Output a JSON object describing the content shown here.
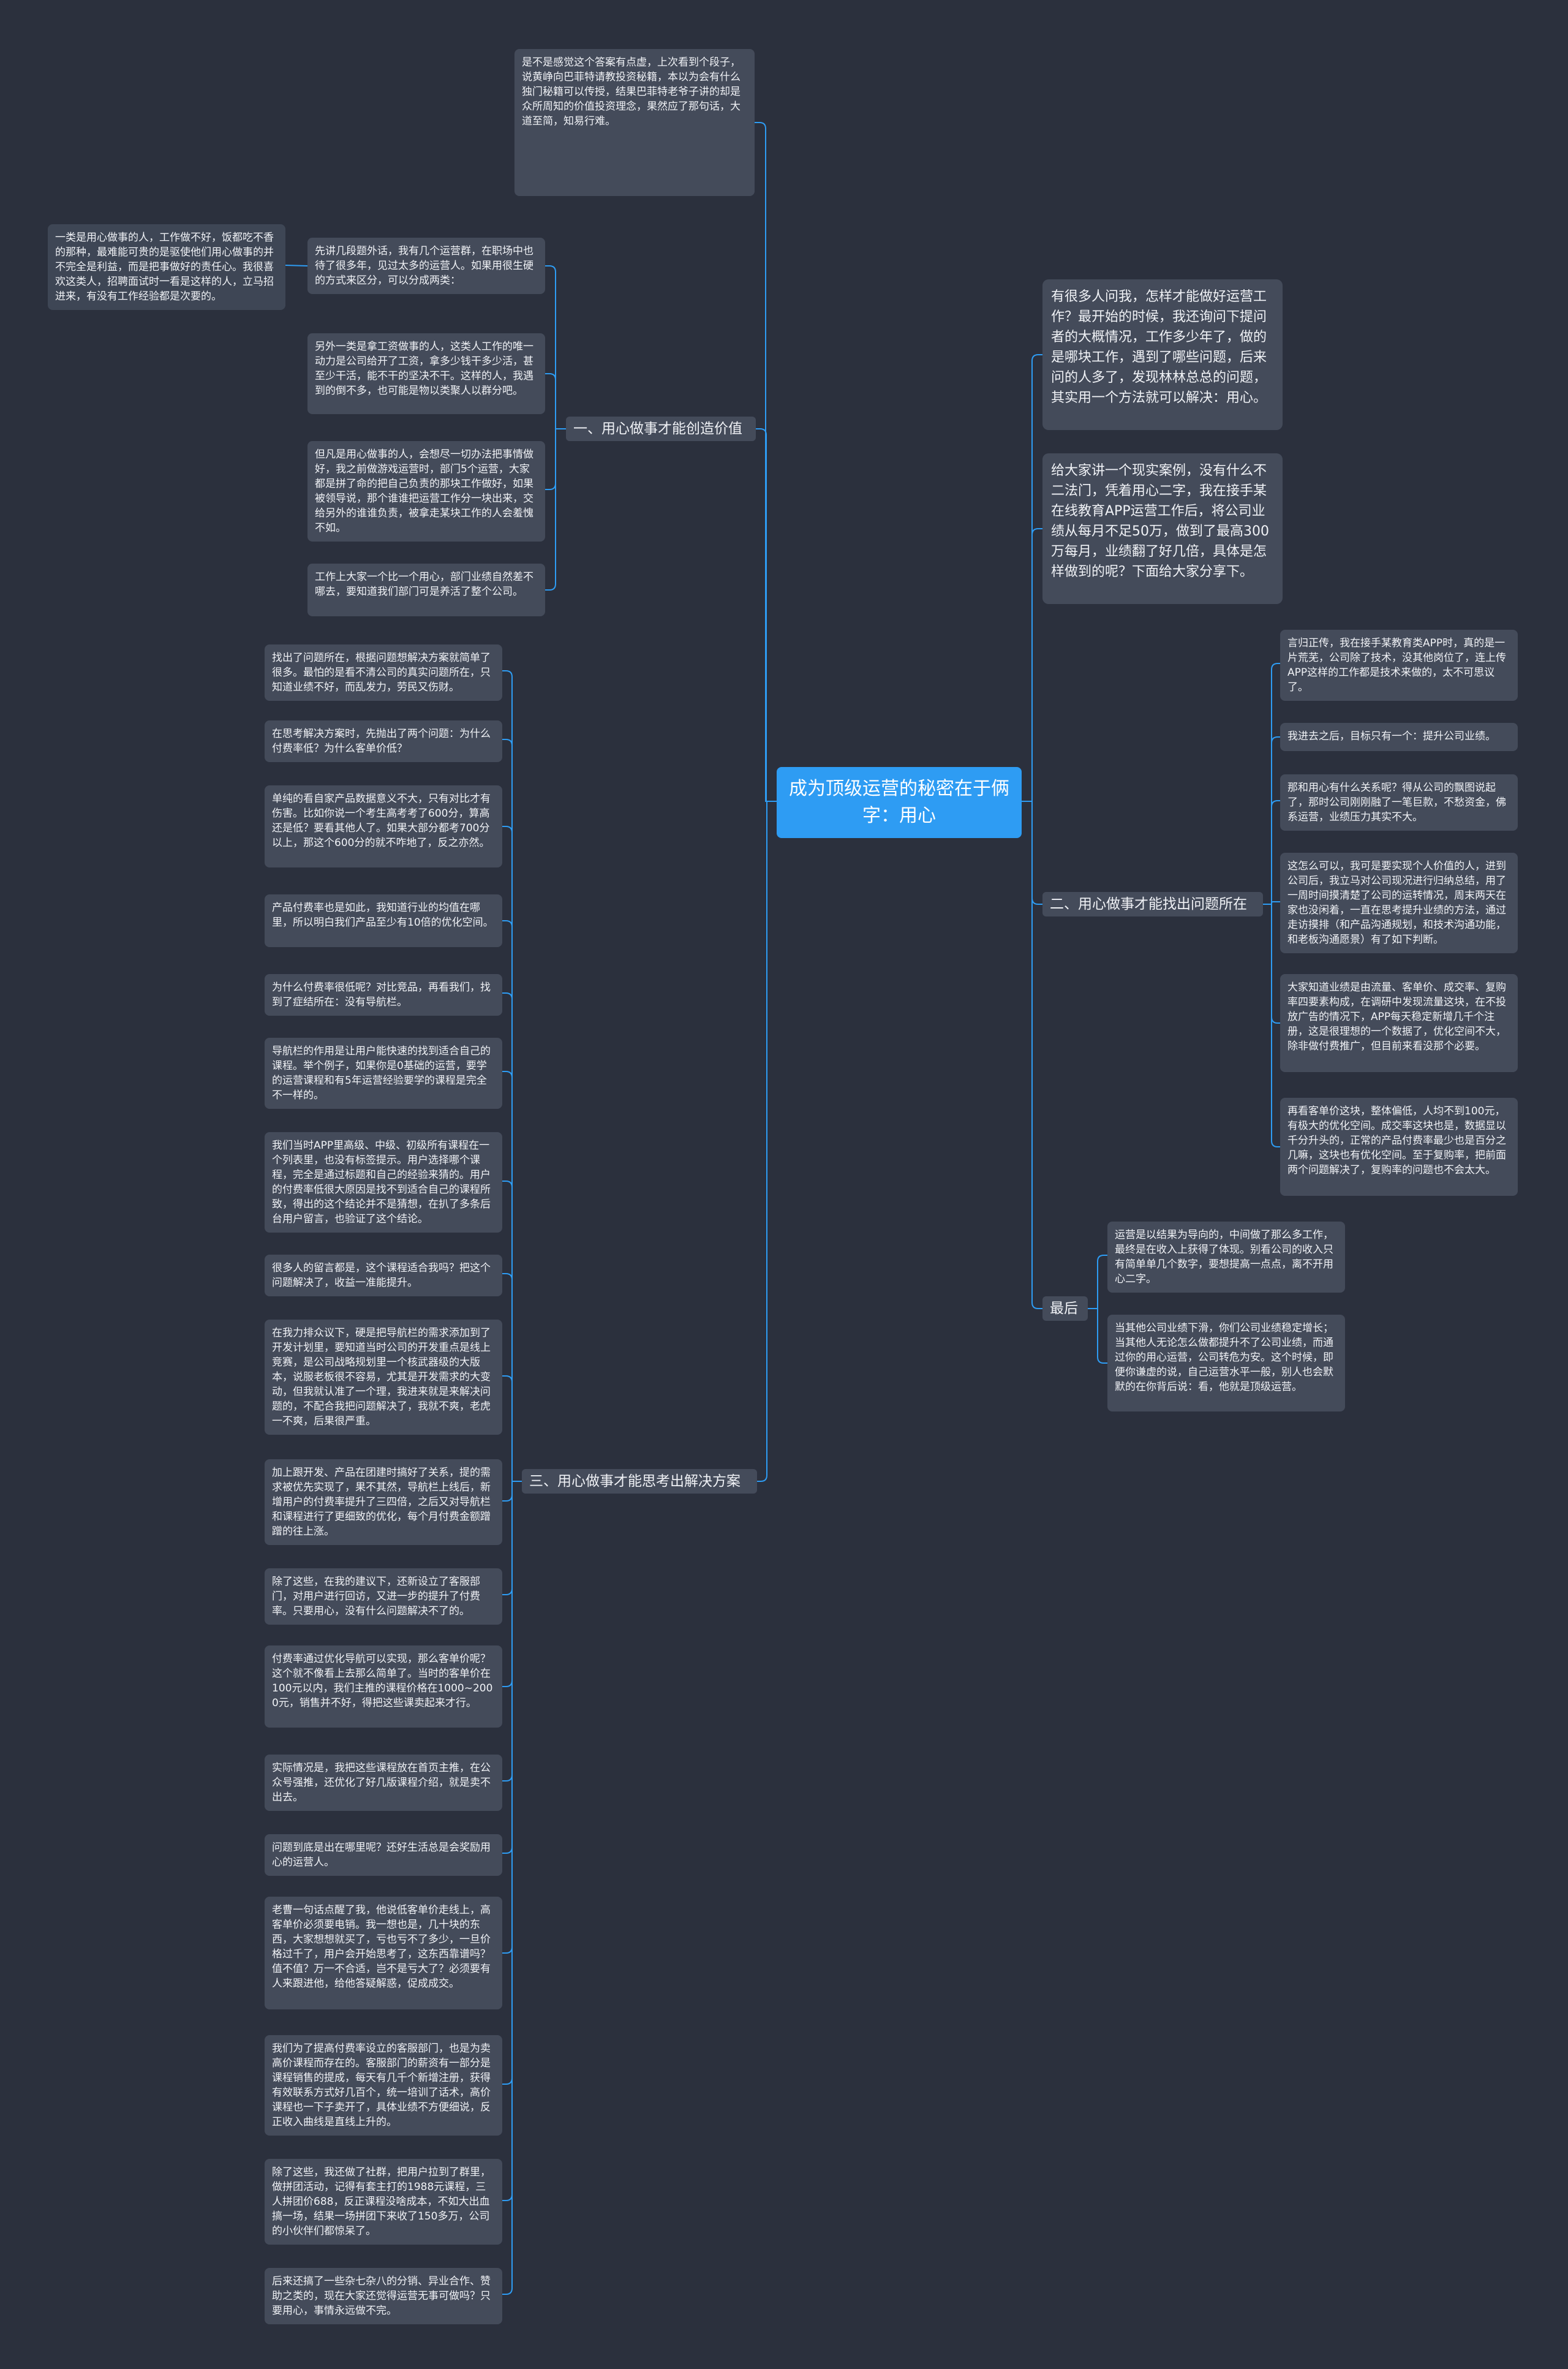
{
  "colors": {
    "background": "#2b303d",
    "node": "#444b5a",
    "central": "#2e9cf3",
    "line": "#2e9cf3",
    "text": "#f0f2f6"
  },
  "central": "成为顶级运营的秘密在于俩字：用心",
  "nodes": [
    {
      "id": "n_top",
      "text": "是不是感觉这个答案有点虚，上次看到个段子，说黄峥向巴菲特请教投资秘籍，本以为会有什么独门秘籍可以传授，结果巴菲特老爷子讲的却是众所周知的价值投资理念，果然应了那句话，大道至简，知易行难。"
    },
    {
      "id": "r_intro1",
      "text": "有很多人问我，怎样才能做好运营工作？最开始的时候，我还询问下提问者的大概情况，工作多少年了，做的是哪块工作，遇到了哪些问题，后来问的人多了，发现林林总总的问题，其实用一个方法就可以解决：用心。"
    },
    {
      "id": "r_intro2",
      "text": "给大家讲一个现实案例，没有什么不二法门，凭着用心二字，我在接手某在线教育APP运营工作后，将公司业绩从每月不足50万，做到了最高300万每月，业绩翻了好几倍，具体是怎样做到的呢？下面给大家分享下。"
    },
    {
      "id": "b1",
      "text": "一、用心做事才能创造价值"
    },
    {
      "id": "b1c1",
      "text": "先讲几段题外话，我有几个运营群，在职场中也待了很多年，见过太多的运营人。如果用很生硬的方式来区分，可以分成两类："
    },
    {
      "id": "b1c1a",
      "text": "一类是用心做事的人，工作做不好，饭都吃不香的那种，最难能可贵的是驱使他们用心做事的并不完全是利益，而是把事做好的责任心。我很喜欢这类人，招聘面试时一看是这样的人，立马招进来，有没有工作经验都是次要的。"
    },
    {
      "id": "b1c2",
      "text": "另外一类是拿工资做事的人，这类人工作的唯一动力是公司给开了工资，拿多少钱干多少活，甚至少干活，能不干的坚决不干。这样的人，我遇到的倒不多，也可能是物以类聚人以群分吧。"
    },
    {
      "id": "b1c3",
      "text": "但凡是用心做事的人，会想尽一切办法把事情做好，我之前做游戏运营时，部门5个运营，大家都是拼了命的把自己负责的那块工作做好，如果被领导说，那个谁谁把运营工作分一块出来，交给另外的谁谁负责，被拿走某块工作的人会羞愧不如。"
    },
    {
      "id": "b1c4",
      "text": "工作上大家一个比一个用心，部门业绩自然差不哪去，要知道我们部门可是养活了整个公司。"
    },
    {
      "id": "b2",
      "text": "二、用心做事才能找出问题所在"
    },
    {
      "id": "b2c1",
      "text": "言归正传，我在接手某教育类APP时，真的是一片荒芜，公司除了技术，没其他岗位了，连上传APP这样的工作都是技术来做的，太不可思议了。"
    },
    {
      "id": "b2c2",
      "text": "我进去之后，目标只有一个：提升公司业绩。"
    },
    {
      "id": "b2c3",
      "text": "那和用心有什么关系呢？得从公司的飘图说起了，那时公司刚刚融了一笔巨款，不愁资金，佛系运营，业绩压力其实不大。"
    },
    {
      "id": "b2c4",
      "text": "这怎么可以，我可是要实现个人价值的人，进到公司后，我立马对公司现况进行归纳总结，用了一周时间摸清楚了公司的运转情况，周末两天在家也没闲着，一直在思考提升业绩的方法，通过走访摸排（和产品沟通规划，和技术沟通功能，和老板沟通愿景）有了如下判断。"
    },
    {
      "id": "b2c5",
      "text": "大家知道业绩是由流量、客单价、成交率、复购率四要素构成，在调研中发现流量这块，在不投放广告的情况下，APP每天稳定新增几千个注册，这是很理想的一个数据了，优化空间不大，除非做付费推广，但目前来看没那个必要。"
    },
    {
      "id": "b2c6",
      "text": "再看客单价这块，整体偏低，人均不到100元，有极大的优化空间。成交率这块也是，数据显以千分升头的，正常的产品付费率最少也是百分之几嘛，这块也有优化空间。至于复购率，把前面两个问题解决了，复购率的问题也不会太大。"
    },
    {
      "id": "b4",
      "text": "最后"
    },
    {
      "id": "b4c1",
      "text": "运营是以结果为导向的，中间做了那么多工作，最终是在收入上获得了体现。别看公司的收入只有简单单几个数字，要想提高一点点，离不开用心二字。"
    },
    {
      "id": "b4c2",
      "text": "当其他公司业绩下滑，你们公司业绩稳定增长；当其他人无论怎么做都提升不了公司业绩，而通过你的用心运营，公司转危为安。这个时候，即便你谦虚的说，自己运营水平一般，别人也会默默的在你背后说：看，他就是顶级运营。"
    },
    {
      "id": "b3",
      "text": "三、用心做事才能思考出解决方案"
    },
    {
      "id": "b3c1",
      "text": "找出了问题所在，根据问题想解决方案就简单了很多。最怕的是看不清公司的真实问题所在，只知道业绩不好，而乱发力，劳民又伤财。"
    },
    {
      "id": "b3c2",
      "text": "在思考解决方案时，先抛出了两个问题：为什么付费率低？为什么客单价低？"
    },
    {
      "id": "b3c3",
      "text": "单纯的看自家产品数据意义不大，只有对比才有伤害。比如你说一个考生高考考了600分，算高还是低？要看其他人了。如果大部分都考700分以上，那这个600分的就不咋地了，反之亦然。"
    },
    {
      "id": "b3c4",
      "text": "产品付费率也是如此，我知道行业的均值在哪里，所以明白我们产品至少有10倍的优化空间。"
    },
    {
      "id": "b3c5",
      "text": "为什么付费率很低呢？对比竞品，再看我们，找到了症结所在：没有导航栏。"
    },
    {
      "id": "b3c6",
      "text": "导航栏的作用是让用户能快速的找到适合自己的课程。举个例子，如果你是0基础的运营，要学的运营课程和有5年运营经验要学的课程是完全不一样的。"
    },
    {
      "id": "b3c7",
      "text": "我们当时APP里高级、中级、初级所有课程在一个列表里，也没有标签提示。用户选择哪个课程，完全是通过标题和自己的经验来猜的。用户的付费率低很大原因是找不到适合自己的课程所致，得出的这个结论并不是猜想，在扒了多条后台用户留言，也验证了这个结论。"
    },
    {
      "id": "b3c8",
      "text": "很多人的留言都是，这个课程适合我吗？把这个问题解决了，收益一准能提升。"
    },
    {
      "id": "b3c9",
      "text": "在我力排众议下，硬是把导航栏的需求添加到了开发计划里，要知道当时公司的开发重点是线上竞赛，是公司战略规划里一个核武器级的大版本，说服老板很不容易，尤其是开发需求的大变动，但我就认准了一个理，我进来就是来解决问题的，不配合我把问题解决了，我就不爽，老虎一不爽，后果很严重。"
    },
    {
      "id": "b3c10",
      "text": "加上跟开发、产品在团建时搞好了关系，提的需求被优先实现了，果不其然，导航栏上线后，新增用户的付费率提升了三四倍，之后又对导航栏和课程进行了更细致的优化，每个月付费金额蹭蹭的往上涨。"
    },
    {
      "id": "b3c11",
      "text": "除了这些，在我的建议下，还新设立了客服部门，对用户进行回访，又进一步的提升了付费率。只要用心，没有什么问题解决不了的。"
    },
    {
      "id": "b3c12",
      "text": "付费率通过优化导航可以实现，那么客单价呢？这个就不像看上去那么简单了。当时的客单价在100元以内，我们主推的课程价格在1000~2000元，销售并不好，得把这些课卖起来才行。"
    },
    {
      "id": "b3c13",
      "text": "实际情况是，我把这些课程放在首页主推，在公众号强推，还优化了好几版课程介绍，就是卖不出去。"
    },
    {
      "id": "b3c14",
      "text": "问题到底是出在哪里呢？还好生活总是会奖励用心的运营人。"
    },
    {
      "id": "b3c15",
      "text": "老曹一句话点醒了我，他说低客单价走线上，高客单价必须要电销。我一想也是，几十块的东西，大家想想就买了，亏也亏不了多少，一旦价格过千了，用户会开始思考了，这东西靠谱吗？值不值？万一不合适，岂不是亏大了？必须要有人来跟进他，给他答疑解惑，促成成交。"
    },
    {
      "id": "b3c16",
      "text": "我们为了提高付费率设立的客服部门，也是为卖高价课程而存在的。客服部门的薪资有一部分是课程销售的提成，每天有几千个新增注册，获得有效联系方式好几百个，统一培训了话术，高价课程也一下子卖开了，具体业绩不方便细说，反正收入曲线是直线上升的。"
    },
    {
      "id": "b3c17",
      "text": "除了这些，我还做了社群，把用户拉到了群里，做拼团活动，记得有套主打的1988元课程，三人拼团价688，反正课程没啥成本，不如大出血搞一场，结果一场拼团下来收了150多万，公司的小伙伴们都惊呆了。"
    },
    {
      "id": "b3c18",
      "text": "后来还搞了一些杂七杂八的分销、异业合作、赞助之类的，现在大家还觉得运营无事可做吗？只要用心，事情永远做不完。"
    }
  ]
}
